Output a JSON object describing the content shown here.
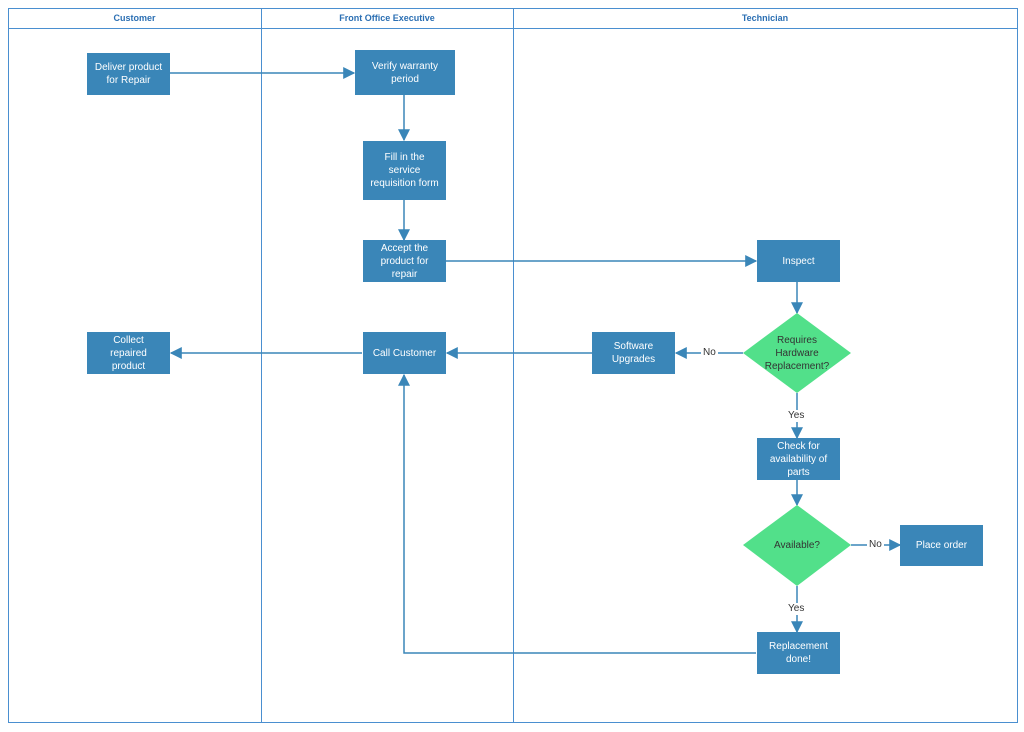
{
  "colors": {
    "lane_border": "#4a8fd0",
    "lane_title": "#2b6fb3",
    "process_fill": "#3a86b8",
    "process_text": "#ffffff",
    "decision_fill": "#52e08a",
    "connector": "#3a86b8",
    "label_text": "#333333"
  },
  "lanes": [
    {
      "title": "Customer"
    },
    {
      "title": "Front Office Executive"
    },
    {
      "title": "Technician"
    }
  ],
  "nodes": {
    "deliver": "Deliver product\nfor Repair",
    "verify": "Verify warranty\nperiod",
    "fill_form": "Fill in the\nservice\nrequisition form",
    "accept": "Accept the\nproduct for\nrepair",
    "inspect": "Inspect",
    "requires_hw": "Requires\nHardware\nReplacement?",
    "software": "Software\nUpgrades",
    "call_customer": "Call Customer",
    "collect": "Collect\nrepaired\nproduct",
    "check_parts": "Check for\navailability of\nparts",
    "available": "Available?",
    "place_order": "Place order",
    "replacement_done": "Replacement\ndone!"
  },
  "edge_labels": {
    "hw_no": "No",
    "hw_yes": "Yes",
    "avail_no": "No",
    "avail_yes": "Yes"
  }
}
